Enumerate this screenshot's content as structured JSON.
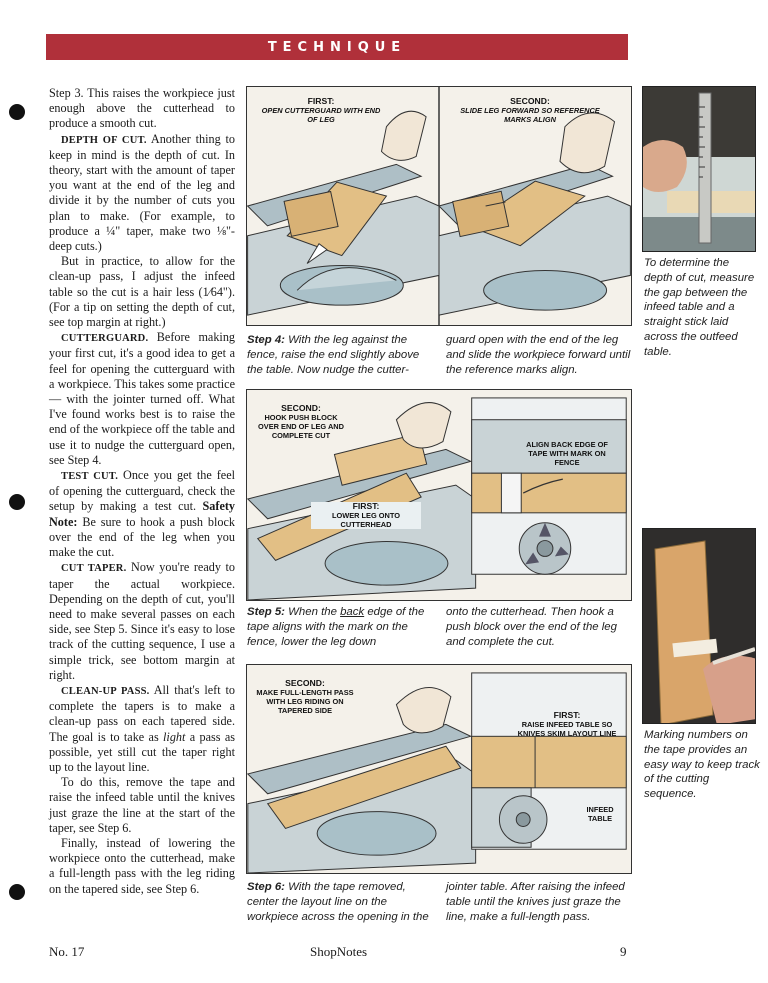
{
  "banner": {
    "title": "TECHNIQUE"
  },
  "body": {
    "p1": "Step 3. This raises the workpiece just enough above the cutterhead to produce a smooth cut.",
    "depth_head": "DEPTH OF CUT.",
    "depth_text": "Another thing to keep in mind is the depth of cut. In theory, start with the amount of taper you want at the end of the leg and divide it by the number of cuts you plan to make. (For example, to produce a ¼\" taper, make two ⅛\"-deep cuts.)",
    "practice_text": "But in practice, to allow for the clean-up pass, I adjust the infeed table so the cut is a hair less (1⁄64\"). (For a tip on setting the depth of cut, see top margin at right.)",
    "guard_head": "CUTTERGUARD.",
    "guard_text": "Before making your first cut, it's a good idea to get a feel for opening the cutterguard with a workpiece. This takes some practice — with the jointer turned off. What I've found works best is to raise the end of the workpiece off the table and use it to nudge the cutterguard open, see Step 4.",
    "test_head": "TEST CUT.",
    "test_text": "Once you get the feel of opening the cutterguard, check the setup by making a test cut.",
    "safety_label": "Safety Note:",
    "safety_text": "Be sure to hook a push block over the end of the leg when you make the cut.",
    "taper_head": "CUT TAPER.",
    "taper_text": "Now you're ready to taper the actual workpiece. Depending on the depth of cut, you'll need to make several passes on each side, see Step 5. Since it's easy to lose track of the cutting sequence, I use a simple trick, see bottom margin at right.",
    "cleanup_head": "CLEAN-UP PASS.",
    "cleanup_text_a": "All that's left to complete the tapers is to make a clean-up pass on each tapered side. The goal is to take as",
    "cleanup_light": "light",
    "cleanup_text_b": "a pass as possible, yet still cut the taper right up to the layout line.",
    "remove_text": "To do this, remove the tape and raise the infeed table until the knives just graze the line at the start of the taper, see Step 6.",
    "final_text": "Finally, instead of lowering the workpiece onto the cutterhead, make a full-length pass with the leg riding on the tapered side, see Step 6."
  },
  "step4": {
    "first_head": "FIRST:",
    "first_text": "OPEN CUTTERGUARD WITH END OF LEG",
    "second_head": "SECOND:",
    "second_text": "SLIDE LEG FORWARD SO REFERENCE MARKS ALIGN",
    "cap_step": "Step 4:",
    "cap_col1": "With the leg against the fence, raise the end slightly above the table. Now nudge the cutter-",
    "cap_col2": "guard open with the end of the leg and slide the workpiece forward until the reference marks align."
  },
  "step5": {
    "second_head": "SECOND:",
    "second_text": "HOOK PUSH BLOCK OVER END OF LEG AND COMPLETE CUT",
    "first_head": "FIRST:",
    "first_text": "LOWER LEG ONTO CUTTERHEAD",
    "detail_text": "ALIGN BACK EDGE OF TAPE WITH MARK ON FENCE",
    "cap_step": "Step 5:",
    "cap_a": "When the",
    "cap_back": "back",
    "cap_b": "edge of the tape aligns with the mark on the fence, lower the leg down",
    "cap_col2": "onto the cutterhead. Then hook a push block over the end of the leg and complete the cut."
  },
  "step6": {
    "second_head": "SECOND:",
    "second_text": "MAKE FULL-LENGTH PASS WITH LEG RIDING ON TAPERED SIDE",
    "first_head": "FIRST:",
    "first_text": "RAISE INFEED TABLE SO KNIVES SKIM LAYOUT LINE",
    "infeed_text": "INFEED TABLE",
    "cap_step": "Step 6:",
    "cap_col1": "With the tape removed, center the layout line on the workpiece across the opening in the",
    "cap_col2": "jointer table. After raising the infeed table until the knives just graze the line, make a full-length pass."
  },
  "margin": {
    "top_caption": "To determine the depth of cut, measure the gap between the infeed table and a straight stick laid across the outfeed table.",
    "bottom_caption": "Marking numbers on the tape provides an easy way to keep track of the cutting sequence."
  },
  "footer": {
    "issue": "No. 17",
    "magazine": "ShopNotes",
    "page": "9"
  },
  "colors": {
    "banner": "#b0303a",
    "wood": "#e2bf85",
    "metal": "#9fb4bd"
  }
}
